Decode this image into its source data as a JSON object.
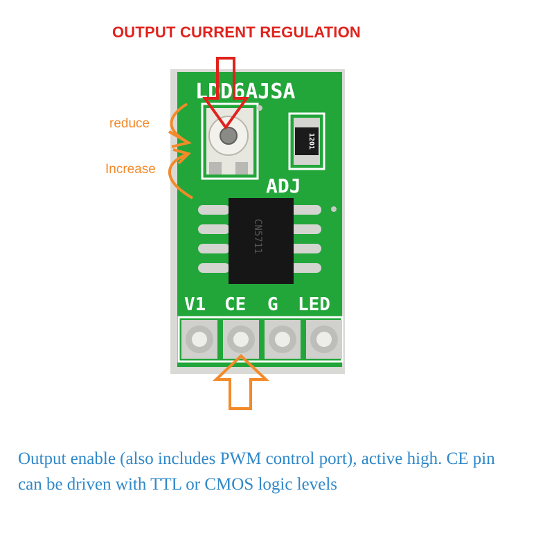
{
  "annotations": {
    "title": "OUTPUT CURRENT REGULATION",
    "reduce": "reduce",
    "increase": "Increase",
    "caption_line1": "Output enable (also includes PWM control port), active high. CE pin",
    "caption_line2": "can be driven with TTL or CMOS logic levels"
  },
  "board": {
    "model": "LDD6AJSA",
    "adj": "ADJ",
    "resistor": "1201",
    "chip": "CN5711",
    "pins": [
      "V1",
      "CE",
      "G",
      "LED"
    ]
  },
  "colors": {
    "title": "#e0221c",
    "annotation": "#f28a2a",
    "caption": "#2f88c9",
    "pcb": "#22a63a"
  }
}
